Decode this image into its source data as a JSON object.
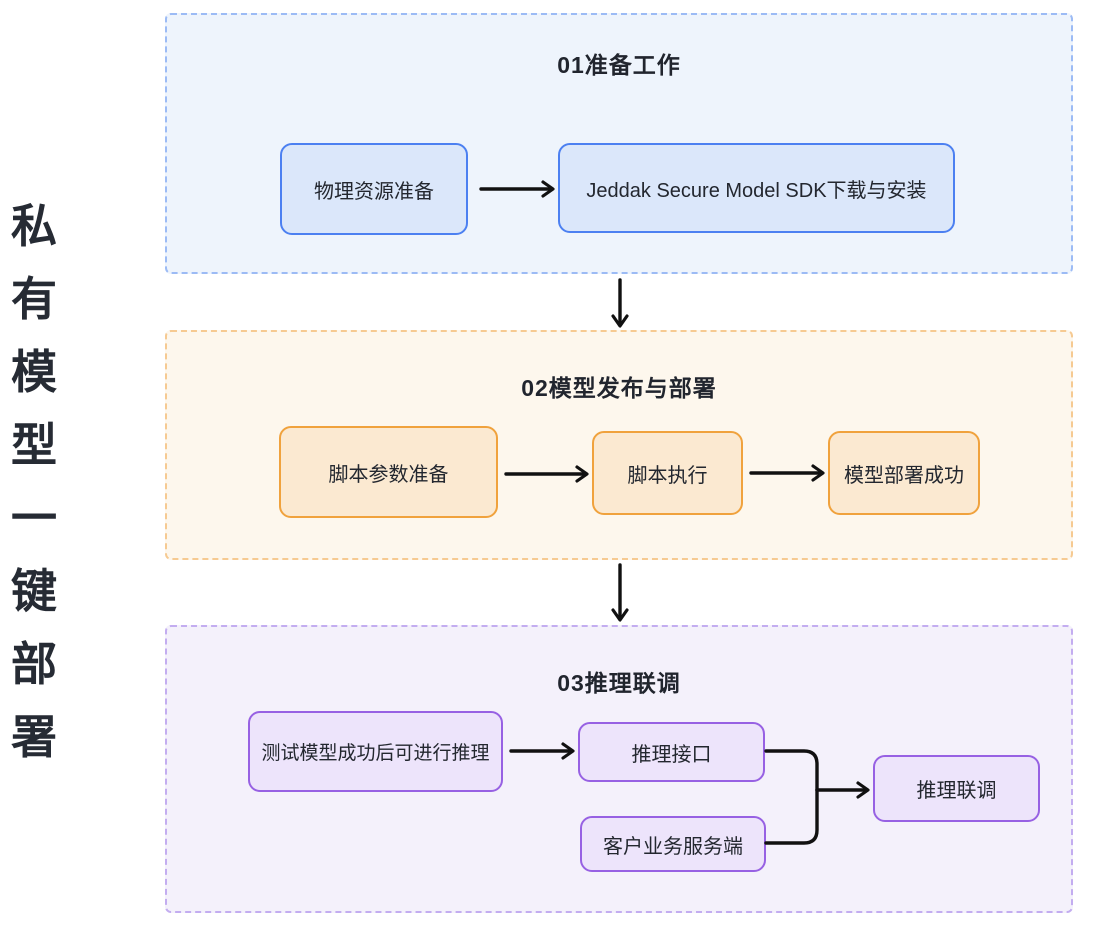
{
  "diagram": {
    "vertical_title": {
      "text": "私有模型一键部署",
      "chars": [
        "私",
        "有",
        "模",
        "型",
        "一",
        "键",
        "部",
        "署"
      ]
    },
    "sections": [
      {
        "title": "01准备工作",
        "bg_color": "#eef4fc",
        "border_color": "#9cbbf5",
        "node_bg_color": "#dbe7fa",
        "node_border_color": "#4c80f1",
        "nodes": [
          {
            "label": "物理资源准备"
          },
          {
            "label": "Jeddak Secure Model SDK下载与安装"
          }
        ]
      },
      {
        "title": "02模型发布与部署",
        "bg_color": "#fdf7ed",
        "border_color": "#f6ca92",
        "node_bg_color": "#fbe9d1",
        "node_border_color": "#f0a23d",
        "nodes": [
          {
            "label": "脚本参数准备"
          },
          {
            "label": "脚本执行"
          },
          {
            "label": "模型部署成功"
          }
        ]
      },
      {
        "title": "03推理联调",
        "bg_color": "#f4f1fb",
        "border_color": "#c3adf0",
        "node_bg_color": "#ede4fb",
        "node_border_color": "#9761e3",
        "nodes": [
          {
            "label": "测试模型成功后可进行推理"
          },
          {
            "label": "推理接口"
          },
          {
            "label": "客户业务服务端"
          },
          {
            "label": "推理联调"
          }
        ]
      }
    ],
    "arrow_color": "#111111",
    "text_color": "#23272f"
  }
}
